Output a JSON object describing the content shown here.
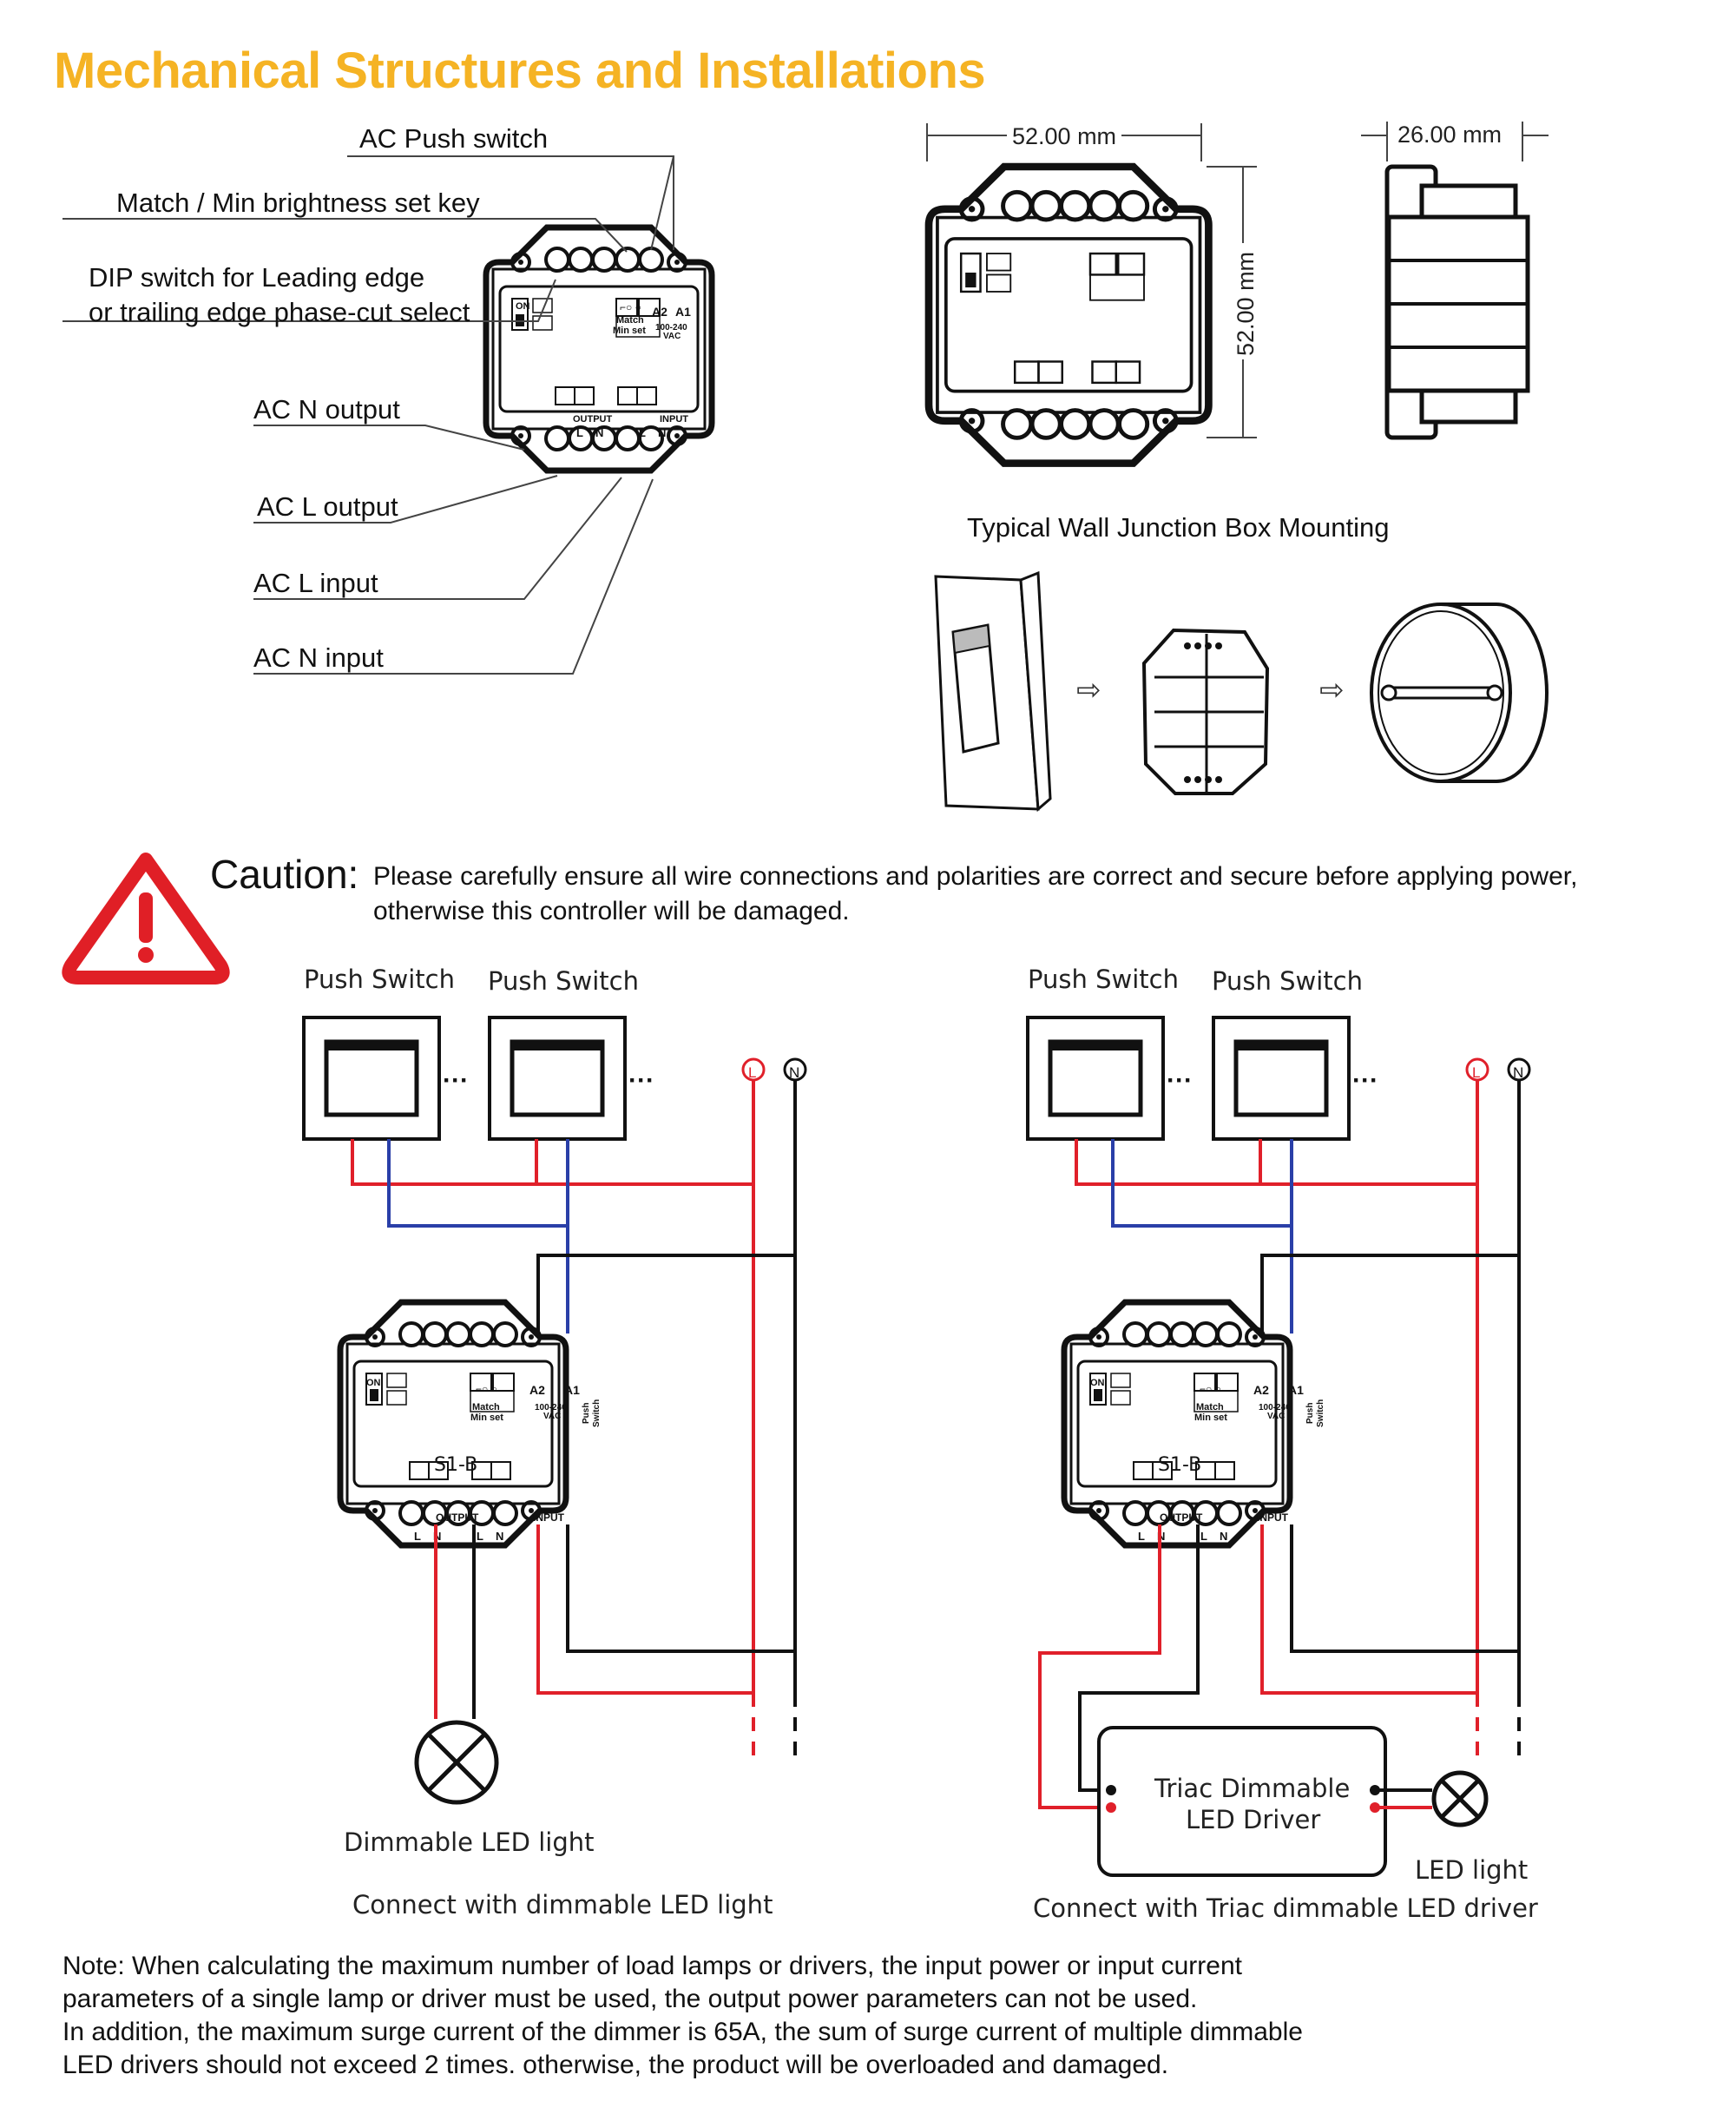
{
  "title": "Mechanical Structures and Installations",
  "callouts": {
    "ac_push_switch": "AC Push switch",
    "match_key": "Match / Min brightness set key",
    "dip_line1": "DIP switch for Leading edge",
    "dip_line2": "or trailing edge phase-cut select",
    "ac_n_output": "AC N output",
    "ac_l_output": "AC L output",
    "ac_l_input": "AC L input",
    "ac_n_input": "AC N input"
  },
  "dimensions": {
    "width": "52.00 mm",
    "height": "52.00 mm",
    "depth": "26.00 mm"
  },
  "mounting_title": "Typical Wall Junction Box Mounting",
  "device_labels": {
    "on": "ON",
    "match": "Match",
    "min_set": "Min set",
    "a2": "A2",
    "a1": "A1",
    "voltage_1": "100-240",
    "voltage_2": "VAC",
    "push": "Push",
    "switch": "Switch",
    "output": "OUTPUT",
    "input": "INPUT",
    "l": "L",
    "n": "N",
    "model": "S1-B"
  },
  "caution": {
    "word": "Caution:",
    "text_line1": "Please carefully ensure all wire connections and polarities are correct and secure before applying power,",
    "text_line2": "otherwise this controller will be damaged."
  },
  "wiring_left": {
    "push_switch_1": "Push Switch",
    "push_switch_2": "Push Switch",
    "l_mark": "L",
    "n_mark": "N",
    "lamp_label": "Dimmable LED light",
    "caption": "Connect with dimmable LED light"
  },
  "wiring_right": {
    "push_switch_1": "Push Switch",
    "push_switch_2": "Push Switch",
    "l_mark": "L",
    "n_mark": "N",
    "driver_line1": "Triac Dimmable",
    "driver_line2": "LED Driver",
    "lamp_label": "LED light",
    "caption": "Connect with Triac dimmable LED driver"
  },
  "note": {
    "label": "Note",
    "line1": ": When calculating the maximum number of load lamps or drivers, the input power or input current",
    "line2": "parameters of a single lamp or driver must be used, the output power parameters can not be used.",
    "line3": "In addition, the maximum surge current of the dimmer is 65A, the sum of surge current of multiple dimmable",
    "line4": "LED drivers should not exceed 2 times. otherwise, the product will be overloaded and damaged."
  },
  "colors": {
    "title": "#f5b324",
    "wire_live": "#e0202a",
    "wire_switch": "#2a3fa8",
    "wire_neutral": "#111111",
    "warning": "#e01f26"
  }
}
